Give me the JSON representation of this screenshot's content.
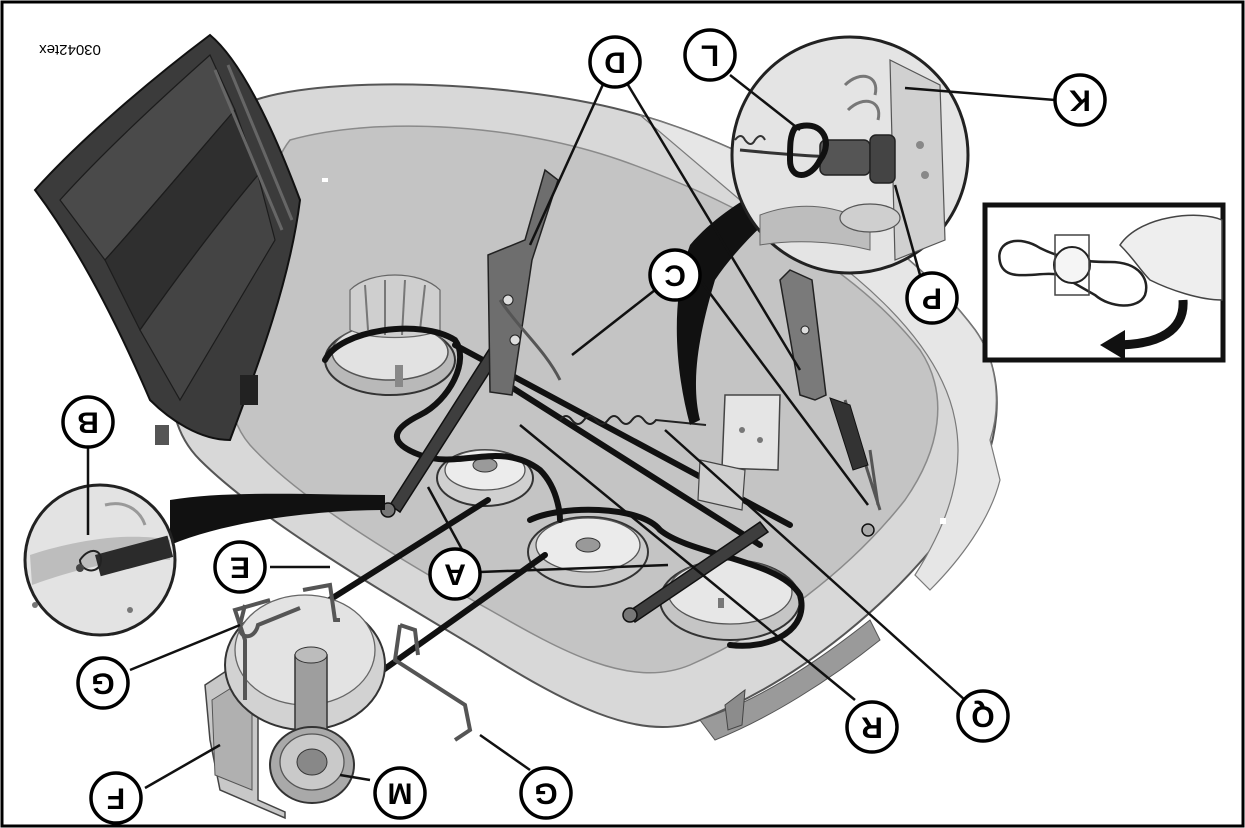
{
  "figure": {
    "code": "03042tex",
    "orientation": "rotated 180 degrees",
    "colors": {
      "deck": "#d6d6d6",
      "deck_shadow": "#a8a8a8",
      "belt": "#111111",
      "chute": "#3a3a3a",
      "bracket": "#6f6f6f",
      "frame": "#000000"
    }
  },
  "callouts": {
    "A": "A",
    "B": "B",
    "C": "C",
    "D": "D",
    "E": "E",
    "F": "F",
    "G1": "G",
    "G2": "G",
    "K": "K",
    "L": "L",
    "M": "M",
    "P": "P",
    "Q": "Q",
    "R": "R"
  }
}
